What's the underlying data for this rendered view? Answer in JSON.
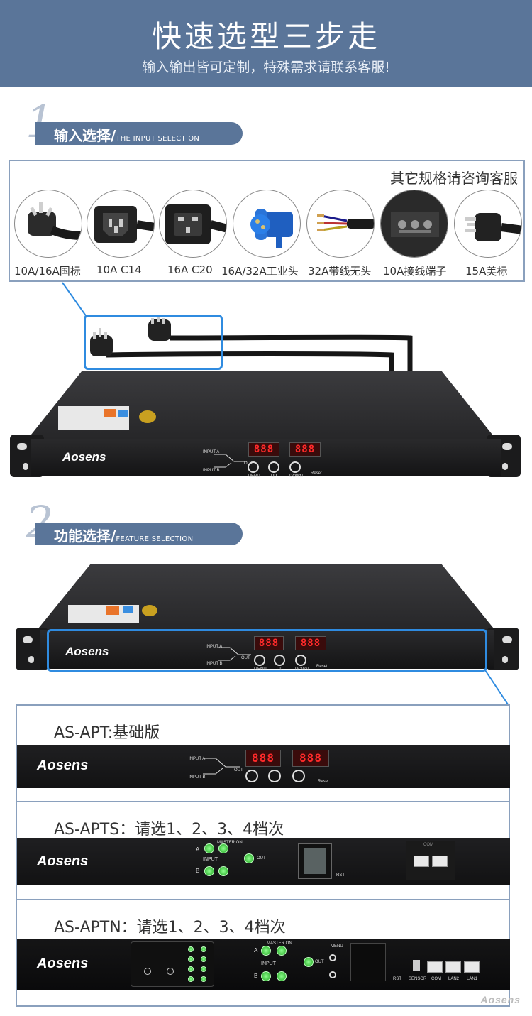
{
  "banner": {
    "title": "快速选型三步走",
    "subtitle": "输入输出皆可定制，特殊需求请联系客服!"
  },
  "step1": {
    "number": "1",
    "label_cn": "输入选择/",
    "label_en": "THE INPUT SELECTION"
  },
  "step2": {
    "number": "2",
    "label_cn": "功能选择/",
    "label_en": "FEATURE SELECTION"
  },
  "input_options": {
    "note": "其它规格请咨询客服",
    "items": [
      {
        "label": "10A/16A国标",
        "icon": "cn-plug-icon"
      },
      {
        "label": "10A C14",
        "icon": "c14-plug-icon"
      },
      {
        "label": "16A C20",
        "icon": "c20-plug-icon"
      },
      {
        "label": "16A/32A工业头",
        "icon": "industrial-plug-icon"
      },
      {
        "label": "32A带线无头",
        "icon": "bare-wire-icon"
      },
      {
        "label": "10A接线端子",
        "icon": "terminal-block-icon"
      },
      {
        "label": "15A美标",
        "icon": "us-plug-icon"
      }
    ]
  },
  "pdu": {
    "brand": "Aosens",
    "display": "888",
    "labels": {
      "input_a": "INPUT A",
      "input_b": "INPUT B",
      "out": "OUT",
      "menu": "MENU",
      "up": "UP",
      "down": "DOWN",
      "reset": "Reset"
    }
  },
  "variants": [
    {
      "title": "AS-APT:基础版"
    },
    {
      "title": "AS-APTS：请选1、2、3、4档次",
      "labels": {
        "master": "MASTER ON",
        "input": "INPUT",
        "out": "OUT",
        "a": "A",
        "b": "B",
        "com": "COM",
        "rst": "RST"
      }
    },
    {
      "title": "AS-APTN：请选1、2、3、4档次",
      "labels": {
        "master": "MASTER ON",
        "input": "INPUT",
        "out": "OUT",
        "a": "A",
        "b": "B",
        "sensor": "SENSOR",
        "com": "COM",
        "lan2": "LAN2",
        "lan1": "LAN1",
        "rst": "RST",
        "menu": "MENU"
      }
    }
  ],
  "watermark": "Aosens",
  "colors": {
    "banner": "#5a7599",
    "highlight": "#2f8be0",
    "led": "#ff2a2a",
    "ok_led": "#1fa31f"
  }
}
